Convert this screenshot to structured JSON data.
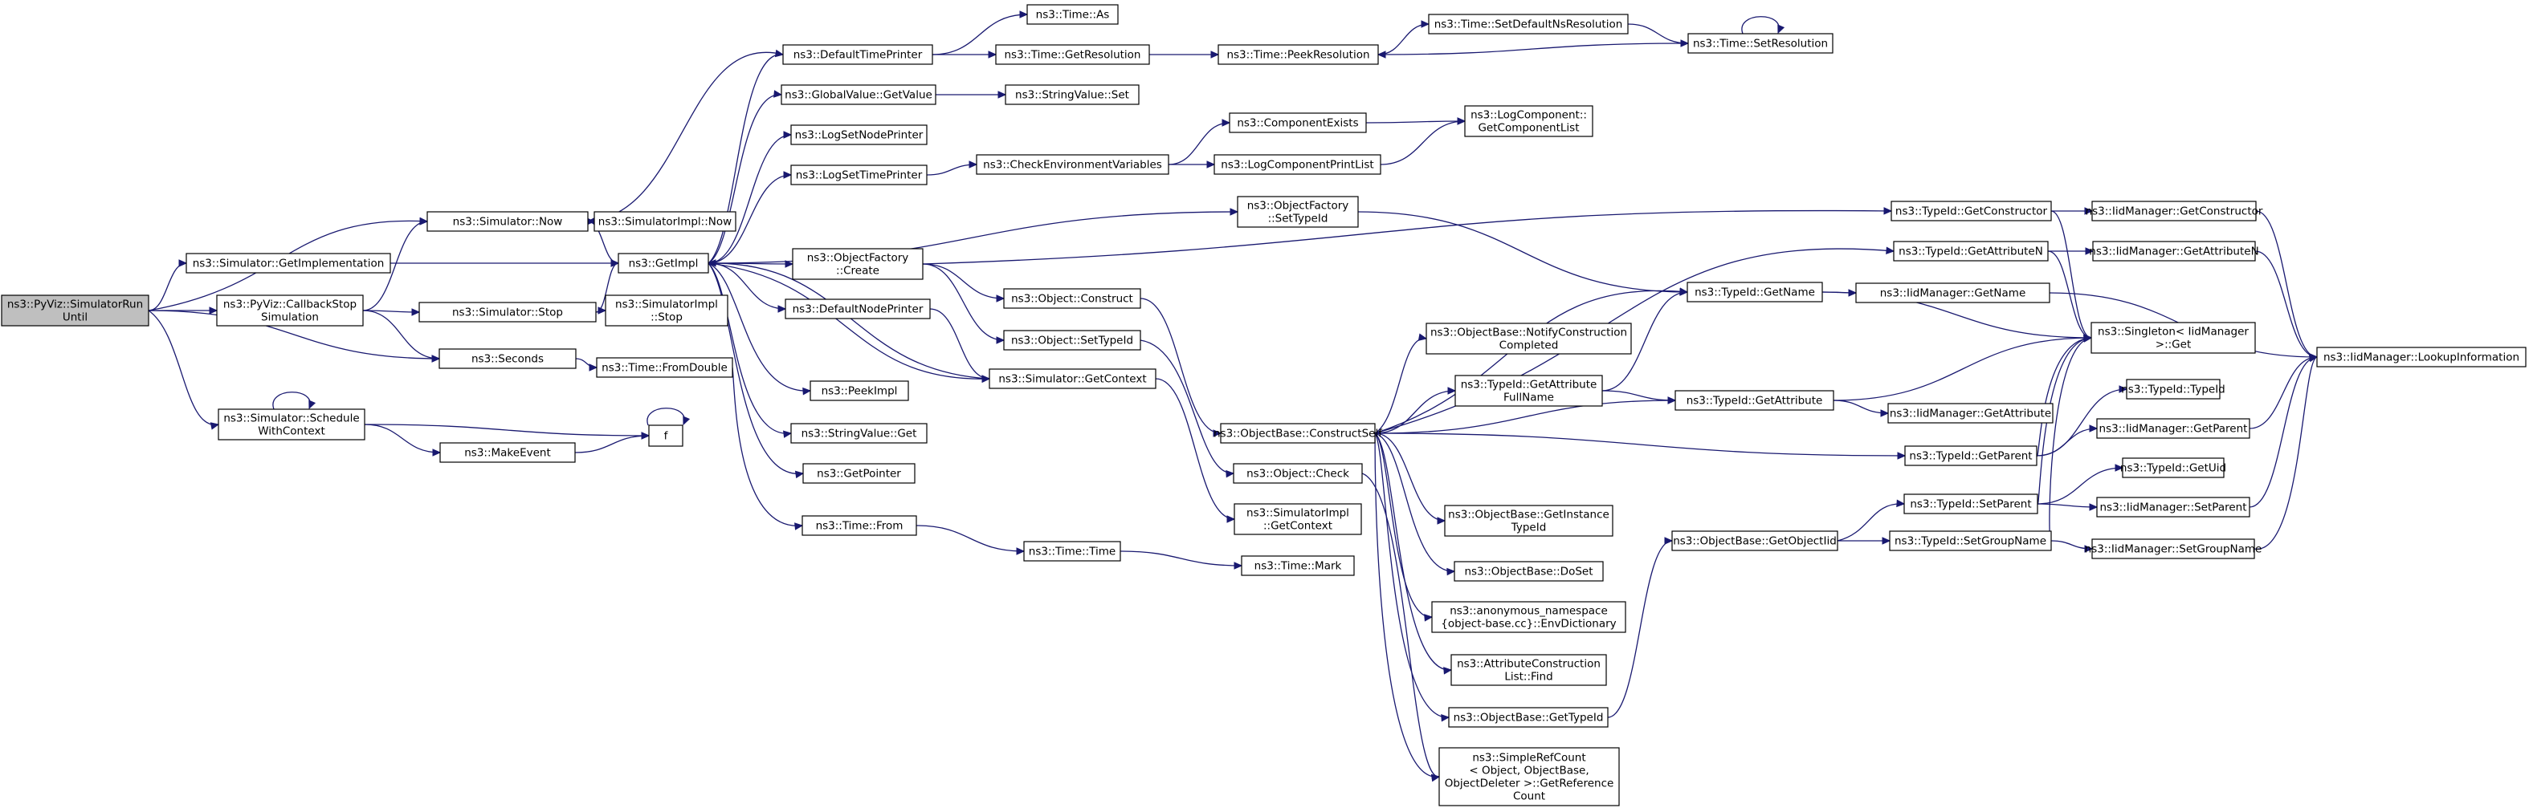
{
  "colors": {
    "edge": "#191970",
    "root_fill": "#bfbfbf",
    "node_fill": "#ffffff",
    "node_border": "#000000"
  },
  "graph": {
    "root": "run_until",
    "nodes": [
      {
        "id": "run_until",
        "lines": [
          "ns3::PyViz::SimulatorRun",
          "Until"
        ]
      },
      {
        "id": "sim_now",
        "lines": [
          "ns3::Simulator::Now"
        ]
      },
      {
        "id": "sim_get_impl_fn",
        "lines": [
          "ns3::Simulator::GetImplementation"
        ]
      },
      {
        "id": "callback_stop",
        "lines": [
          "ns3::PyViz::CallbackStop",
          "Simulation"
        ]
      },
      {
        "id": "sim_stop",
        "lines": [
          "ns3::Simulator::Stop"
        ]
      },
      {
        "id": "seconds",
        "lines": [
          "ns3::Seconds"
        ]
      },
      {
        "id": "schedule_ctx",
        "lines": [
          "ns3::Simulator::Schedule",
          "WithContext"
        ]
      },
      {
        "id": "make_event",
        "lines": [
          "ns3::MakeEvent"
        ]
      },
      {
        "id": "f",
        "lines": [
          "f"
        ]
      },
      {
        "id": "impl_now",
        "lines": [
          "ns3::SimulatorImpl::Now"
        ]
      },
      {
        "id": "get_impl",
        "lines": [
          "ns3::GetImpl"
        ]
      },
      {
        "id": "impl_stop",
        "lines": [
          "ns3::SimulatorImpl",
          "::Stop"
        ]
      },
      {
        "id": "time_fromdouble",
        "lines": [
          "ns3::Time::FromDouble"
        ]
      },
      {
        "id": "default_tp",
        "lines": [
          "ns3::DefaultTimePrinter"
        ]
      },
      {
        "id": "gv_getvalue",
        "lines": [
          "ns3::GlobalValue::GetValue"
        ]
      },
      {
        "id": "log_set_node",
        "lines": [
          "ns3::LogSetNodePrinter"
        ]
      },
      {
        "id": "log_set_time",
        "lines": [
          "ns3::LogSetTimePrinter"
        ]
      },
      {
        "id": "of_create",
        "lines": [
          "ns3::ObjectFactory",
          "::Create"
        ]
      },
      {
        "id": "default_np",
        "lines": [
          "ns3::DefaultNodePrinter"
        ]
      },
      {
        "id": "peek_impl",
        "lines": [
          "ns3::PeekImpl"
        ]
      },
      {
        "id": "sv_get",
        "lines": [
          "ns3::StringValue::Get"
        ]
      },
      {
        "id": "get_pointer",
        "lines": [
          "ns3::GetPointer"
        ]
      },
      {
        "id": "time_from",
        "lines": [
          "ns3::Time::From"
        ]
      },
      {
        "id": "time_as",
        "lines": [
          "ns3::Time::As"
        ]
      },
      {
        "id": "time_getres",
        "lines": [
          "ns3::Time::GetResolution"
        ]
      },
      {
        "id": "sv_set",
        "lines": [
          "ns3::StringValue::Set"
        ]
      },
      {
        "id": "check_env",
        "lines": [
          "ns3::CheckEnvironmentVariables"
        ]
      },
      {
        "id": "obj_construct",
        "lines": [
          "ns3::Object::Construct"
        ]
      },
      {
        "id": "obj_settypeid",
        "lines": [
          "ns3::Object::SetTypeId"
        ]
      },
      {
        "id": "sim_getctx",
        "lines": [
          "ns3::Simulator::GetContext"
        ]
      },
      {
        "id": "time_time",
        "lines": [
          "ns3::Time::Time"
        ]
      },
      {
        "id": "time_peekres",
        "lines": [
          "ns3::Time::PeekResolution"
        ]
      },
      {
        "id": "comp_exists",
        "lines": [
          "ns3::ComponentExists"
        ]
      },
      {
        "id": "log_comp_print",
        "lines": [
          "ns3::LogComponentPrintList"
        ]
      },
      {
        "id": "of_settypeid",
        "lines": [
          "ns3::ObjectFactory",
          "::SetTypeId"
        ]
      },
      {
        "id": "ob_construct_self",
        "lines": [
          "ns3::ObjectBase::ConstructSelf"
        ]
      },
      {
        "id": "obj_check",
        "lines": [
          "ns3::Object::Check"
        ]
      },
      {
        "id": "impl_getctx",
        "lines": [
          "ns3::SimulatorImpl",
          "::GetContext"
        ]
      },
      {
        "id": "time_mark",
        "lines": [
          "ns3::Time::Mark"
        ]
      },
      {
        "id": "time_setdefault",
        "lines": [
          "ns3::Time::SetDefaultNsResolution"
        ]
      },
      {
        "id": "time_setres",
        "lines": [
          "ns3::Time::SetResolution"
        ]
      },
      {
        "id": "log_comp_getlist",
        "lines": [
          "ns3::LogComponent::",
          "GetComponentList"
        ]
      },
      {
        "id": "ob_notify",
        "lines": [
          "ns3::ObjectBase::NotifyConstruction",
          "Completed"
        ]
      },
      {
        "id": "tid_getattrfull",
        "lines": [
          "ns3::TypeId::GetAttribute",
          "FullName"
        ]
      },
      {
        "id": "ob_getinstance",
        "lines": [
          "ns3::ObjectBase::GetInstance",
          "TypeId"
        ]
      },
      {
        "id": "ob_doset",
        "lines": [
          "ns3::ObjectBase::DoSet"
        ]
      },
      {
        "id": "anon_envdict",
        "lines": [
          "ns3::anonymous_namespace",
          "{object-base.cc}::EnvDictionary"
        ]
      },
      {
        "id": "attr_construct_find",
        "lines": [
          "ns3::AttributeConstruction",
          "List::Find"
        ]
      },
      {
        "id": "ob_gettypeid",
        "lines": [
          "ns3::ObjectBase::GetTypeId"
        ]
      },
      {
        "id": "simple_refcount",
        "lines": [
          "ns3::SimpleRefCount",
          "< Object, ObjectBase,",
          "ObjectDeleter >::GetReference",
          "Count"
        ]
      },
      {
        "id": "ob_getobjectiid",
        "lines": [
          "ns3::ObjectBase::GetObjectIid"
        ]
      },
      {
        "id": "tid_getname",
        "lines": [
          "ns3::TypeId::GetName"
        ]
      },
      {
        "id": "tid_getattribute",
        "lines": [
          "ns3::TypeId::GetAttribute"
        ]
      },
      {
        "id": "tid_getconstructor",
        "lines": [
          "ns3::TypeId::GetConstructor"
        ]
      },
      {
        "id": "tid_getattributen",
        "lines": [
          "ns3::TypeId::GetAttributeN"
        ]
      },
      {
        "id": "tid_getparent",
        "lines": [
          "ns3::TypeId::GetParent"
        ]
      },
      {
        "id": "tid_setparent",
        "lines": [
          "ns3::TypeId::SetParent"
        ]
      },
      {
        "id": "tid_setgroupname",
        "lines": [
          "ns3::TypeId::SetGroupName"
        ]
      },
      {
        "id": "iid_getname",
        "lines": [
          "ns3::IidManager::GetName"
        ]
      },
      {
        "id": "iid_getattribute",
        "lines": [
          "ns3::IidManager::GetAttribute"
        ]
      },
      {
        "id": "iid_getconstructor",
        "lines": [
          "ns3::IidManager::GetConstructor"
        ]
      },
      {
        "id": "iid_getattributen",
        "lines": [
          "ns3::IidManager::GetAttributeN"
        ]
      },
      {
        "id": "singleton_get",
        "lines": [
          "ns3::Singleton< IidManager",
          "  >::Get"
        ]
      },
      {
        "id": "tid_typeid",
        "lines": [
          "ns3::TypeId::TypeId"
        ]
      },
      {
        "id": "iid_getparent",
        "lines": [
          "ns3::IidManager::GetParent"
        ]
      },
      {
        "id": "tid_getuid",
        "lines": [
          "ns3::TypeId::GetUid"
        ]
      },
      {
        "id": "iid_setparent",
        "lines": [
          "ns3::IidManager::SetParent"
        ]
      },
      {
        "id": "iid_setgroupname",
        "lines": [
          "ns3::IidManager::SetGroupName"
        ]
      },
      {
        "id": "iid_lookup",
        "lines": [
          "ns3::IidManager::LookupInformation"
        ]
      }
    ],
    "edges": [
      [
        "run_until",
        "sim_now"
      ],
      [
        "run_until",
        "sim_get_impl_fn"
      ],
      [
        "run_until",
        "callback_stop"
      ],
      [
        "run_until",
        "seconds"
      ],
      [
        "run_until",
        "schedule_ctx"
      ],
      [
        "sim_now",
        "impl_now"
      ],
      [
        "sim_now",
        "get_impl"
      ],
      [
        "sim_get_impl_fn",
        "get_impl"
      ],
      [
        "callback_stop",
        "sim_now"
      ],
      [
        "callback_stop",
        "sim_stop"
      ],
      [
        "callback_stop",
        "seconds"
      ],
      [
        "sim_stop",
        "get_impl"
      ],
      [
        "sim_stop",
        "impl_stop"
      ],
      [
        "seconds",
        "time_fromdouble"
      ],
      [
        "schedule_ctx",
        "schedule_ctx"
      ],
      [
        "schedule_ctx",
        "f"
      ],
      [
        "schedule_ctx",
        "make_event"
      ],
      [
        "make_event",
        "f"
      ],
      [
        "f",
        "f"
      ],
      [
        "time_fromdouble",
        "time_from"
      ],
      [
        "get_impl",
        "default_tp"
      ],
      [
        "get_impl",
        "gv_getvalue"
      ],
      [
        "get_impl",
        "log_set_node"
      ],
      [
        "get_impl",
        "log_set_time"
      ],
      [
        "get_impl",
        "of_settypeid"
      ],
      [
        "get_impl",
        "of_create"
      ],
      [
        "get_impl",
        "default_np"
      ],
      [
        "get_impl",
        "peek_impl"
      ],
      [
        "get_impl",
        "sv_get"
      ],
      [
        "get_impl",
        "get_pointer"
      ],
      [
        "get_impl",
        "sim_getctx"
      ],
      [
        "default_tp",
        "sim_now"
      ],
      [
        "default_tp",
        "time_as"
      ],
      [
        "default_tp",
        "time_getres"
      ],
      [
        "gv_getvalue",
        "sv_set"
      ],
      [
        "log_set_time",
        "check_env"
      ],
      [
        "of_create",
        "obj_construct"
      ],
      [
        "of_create",
        "obj_settypeid"
      ],
      [
        "of_create",
        "tid_getconstructor"
      ],
      [
        "default_np",
        "sim_getctx"
      ],
      [
        "time_from",
        "time_time"
      ],
      [
        "time_getres",
        "time_peekres"
      ],
      [
        "check_env",
        "comp_exists"
      ],
      [
        "check_env",
        "log_comp_print"
      ],
      [
        "obj_construct",
        "ob_construct_self"
      ],
      [
        "obj_settypeid",
        "obj_check"
      ],
      [
        "sim_getctx",
        "get_impl"
      ],
      [
        "sim_getctx",
        "impl_getctx"
      ],
      [
        "time_time",
        "time_mark"
      ],
      [
        "time_peekres",
        "time_setdefault"
      ],
      [
        "time_setdefault",
        "time_setres"
      ],
      [
        "time_setres",
        "time_setres"
      ],
      [
        "time_setres",
        "time_peekres"
      ],
      [
        "comp_exists",
        "log_comp_getlist"
      ],
      [
        "log_comp_print",
        "log_comp_getlist"
      ],
      [
        "of_settypeid",
        "tid_getname"
      ],
      [
        "ob_construct_self",
        "tid_getname"
      ],
      [
        "ob_construct_self",
        "tid_getattributen"
      ],
      [
        "ob_construct_self",
        "ob_notify"
      ],
      [
        "ob_construct_self",
        "tid_getattrfull"
      ],
      [
        "ob_construct_self",
        "tid_getattribute"
      ],
      [
        "ob_construct_self",
        "tid_getparent"
      ],
      [
        "ob_construct_self",
        "ob_getinstance"
      ],
      [
        "ob_construct_self",
        "ob_doset"
      ],
      [
        "ob_construct_self",
        "anon_envdict"
      ],
      [
        "ob_construct_self",
        "attr_construct_find"
      ],
      [
        "ob_construct_self",
        "ob_gettypeid"
      ],
      [
        "ob_construct_self",
        "simple_refcount"
      ],
      [
        "obj_check",
        "simple_refcount"
      ],
      [
        "tid_getattrfull",
        "tid_getname"
      ],
      [
        "tid_getattrfull",
        "tid_getattribute"
      ],
      [
        "ob_gettypeid",
        "ob_getobjectiid"
      ],
      [
        "ob_getobjectiid",
        "tid_setparent"
      ],
      [
        "ob_getobjectiid",
        "tid_setgroupname"
      ],
      [
        "tid_getname",
        "iid_getname"
      ],
      [
        "tid_getname",
        "singleton_get"
      ],
      [
        "tid_getattribute",
        "iid_getattribute"
      ],
      [
        "tid_getattribute",
        "singleton_get"
      ],
      [
        "tid_getconstructor",
        "iid_getconstructor"
      ],
      [
        "tid_getconstructor",
        "singleton_get"
      ],
      [
        "tid_getattributen",
        "iid_getattributen"
      ],
      [
        "tid_getattributen",
        "singleton_get"
      ],
      [
        "tid_getparent",
        "iid_getparent"
      ],
      [
        "tid_getparent",
        "singleton_get"
      ],
      [
        "tid_getparent",
        "tid_typeid"
      ],
      [
        "tid_setparent",
        "tid_getuid"
      ],
      [
        "tid_setparent",
        "iid_setparent"
      ],
      [
        "tid_setparent",
        "singleton_get"
      ],
      [
        "tid_setgroupname",
        "iid_setgroupname"
      ],
      [
        "tid_setgroupname",
        "singleton_get"
      ],
      [
        "iid_getname",
        "iid_lookup"
      ],
      [
        "iid_getconstructor",
        "iid_lookup"
      ],
      [
        "iid_getattributen",
        "iid_lookup"
      ],
      [
        "iid_getparent",
        "iid_lookup"
      ],
      [
        "iid_setparent",
        "iid_lookup"
      ],
      [
        "iid_setgroupname",
        "iid_lookup"
      ]
    ]
  }
}
